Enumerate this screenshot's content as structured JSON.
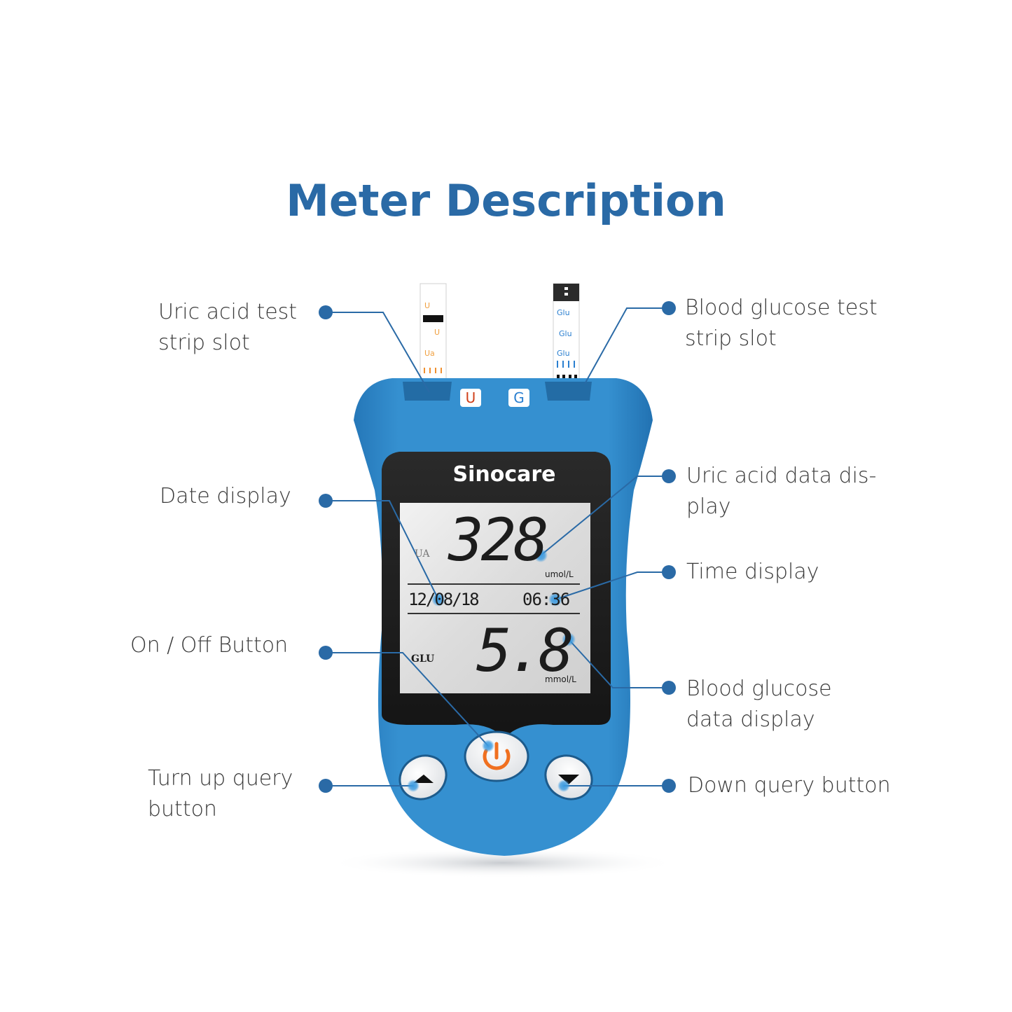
{
  "title": "Meter Description",
  "device": {
    "brand": "Sinocare",
    "slot_badges": {
      "uric": "U",
      "glucose": "G"
    },
    "screen": {
      "ua_label": "UA",
      "ua_value": "328",
      "ua_unit": "umol/L",
      "date": "12/08/18",
      "time": "06:36",
      "glu_label": "GLU",
      "glu_value": "5.8",
      "glu_unit": "mmol/L"
    },
    "colors": {
      "body": "#2f86c6",
      "accent": "#2a6aa6",
      "power_icon": "#f07020"
    }
  },
  "callouts": {
    "left": [
      {
        "id": "uric-acid-slot",
        "text": "Uric acid test\nstrip slot"
      },
      {
        "id": "date-display",
        "text": "Date display"
      },
      {
        "id": "on-off-button",
        "text": "On / Off Button"
      },
      {
        "id": "up-query-button",
        "text": "Turn up query\nbutton"
      }
    ],
    "right": [
      {
        "id": "glucose-slot",
        "text": "Blood glucose test\nstrip slot"
      },
      {
        "id": "uric-acid-data",
        "text": "Uric acid data dis-\nplay"
      },
      {
        "id": "time-display",
        "text": "Time display"
      },
      {
        "id": "glucose-data",
        "text": "Blood glucose\ndata display"
      },
      {
        "id": "down-query-button",
        "text": "Down query button"
      }
    ]
  }
}
